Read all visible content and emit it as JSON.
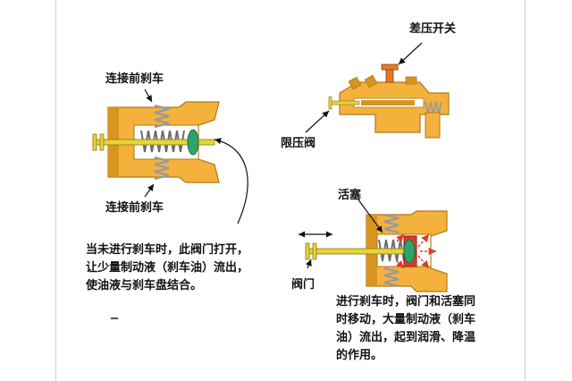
{
  "labels": {
    "front_top": "连接前刹车",
    "front_bottom": "连接前刹车",
    "diff_switch": "差压开关",
    "limit_valve": "限压阀",
    "piston": "活塞",
    "valve": "阀门"
  },
  "notes": {
    "not_braking": [
      "当未进行刹车时，此阀门打开，",
      "让少量制动液（刹车油）流出，",
      "使油液与刹车盘结合。"
    ],
    "braking": [
      "进行刹车时，阀门和活塞同",
      "时移动，大量制动液（刹车",
      "油）流出，起到润滑、降温",
      "的作用。"
    ]
  },
  "colors": {
    "body": "#F4B23C",
    "body_dark": "#D89420",
    "spring": "#9A9A9A",
    "rod": "#E6D43A",
    "seal": "#2EA36A",
    "arrow": "#E23A2A"
  }
}
